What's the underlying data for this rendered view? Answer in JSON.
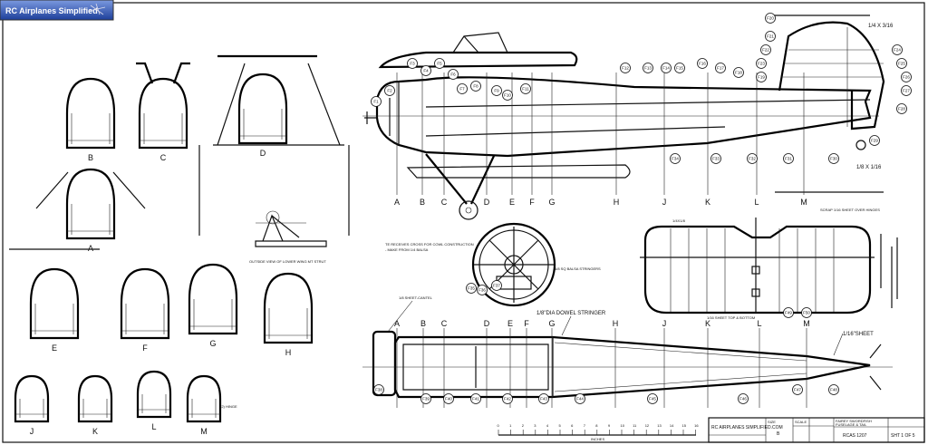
{
  "logo": {
    "text": "RC Airplanes Simplified",
    "color_top": "#6f8fd8",
    "color_bottom": "#1d3f9a"
  },
  "former_views": {
    "top_row": [
      "B",
      "C",
      "D",
      "A"
    ],
    "middle_row": [
      "E",
      "F",
      "G",
      "H"
    ],
    "bottom_row": [
      "J",
      "K",
      "L",
      "M"
    ],
    "strut_caption": "OUTSIDE VIEW OF LOWER WING MT STRUT",
    "m_note": "(2) HINGE"
  },
  "side_view": {
    "stations": [
      "A",
      "B",
      "C",
      "D",
      "E",
      "F",
      "G",
      "H",
      "J",
      "K",
      "L",
      "M"
    ]
  },
  "top_view": {
    "stations": [
      "A",
      "B",
      "C",
      "D",
      "E",
      "F",
      "G",
      "H",
      "J",
      "K",
      "L",
      "M"
    ],
    "stringer_note": "1/8\"DIA DOWEL STRINGER",
    "sheet_note": "1/16\"SHEET",
    "cowl_note": "1/8 SHEET-CANTEL"
  },
  "cowl_view": {
    "note_line1": "TE RECEIVES CROSS FOR COWL CONSTRUCTION",
    "note_line2": "- MAKE FROM 1/4 BALSA",
    "stringer_note": "1/8 SQ BALSA STRINGERS"
  },
  "fin_notes": {
    "top": "1/4 X 3/16",
    "bottom": "1/8 X 1/16"
  },
  "stab_view": {
    "spar_note": "1/4X1/8",
    "hinge_note": "SCRAP 1/16 SHEET OVER HINGES",
    "sheet_note": "1/16 SHEET TOP & BOTTOM"
  },
  "callouts": [
    "F1",
    "F2",
    "F3",
    "F4",
    "F5",
    "F6",
    "F7",
    "F8",
    "F9",
    "F10",
    "F11",
    "F12",
    "F13",
    "F14",
    "F15",
    "F16",
    "F17",
    "F18",
    "F19",
    "F20",
    "F21",
    "F22",
    "F23",
    "F24",
    "F25",
    "F26",
    "F27",
    "F28",
    "F29",
    "F30",
    "F31",
    "F32",
    "F33",
    "F34",
    "F35",
    "F36",
    "F37",
    "F38",
    "F39",
    "F40",
    "F41",
    "F42",
    "F43",
    "F44",
    "F45",
    "F46",
    "F47",
    "F48",
    "F49",
    "F50"
  ],
  "scale": {
    "ticks": [
      "0",
      "1",
      "2",
      "3",
      "4",
      "5",
      "6",
      "7",
      "8",
      "9",
      "10",
      "11",
      "12",
      "13",
      "14",
      "15",
      "16"
    ],
    "unit": "INCHES"
  },
  "title_block": {
    "company": "RC AIRPLANES SIMPLIFIED.COM",
    "title_line1": "FAIREY SWORDFISH",
    "title_line2": "FUSELAGE & TAIL",
    "drawing_no": "RCAS 1207",
    "sheet": "SHT 1 OF 5",
    "scale_label": "SCALE",
    "size_label": "SIZE",
    "size_value": "B"
  }
}
